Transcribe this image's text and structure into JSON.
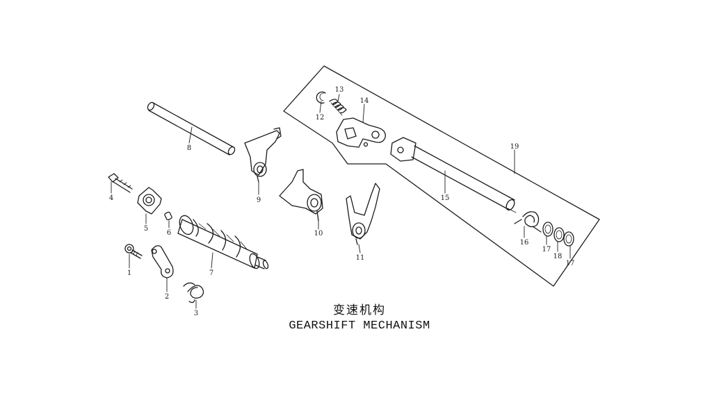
{
  "title_cn": "变速机构",
  "title_en": "GEARSHIFT MECHANISM",
  "callouts": [
    {
      "id": "callout-1",
      "label": "1"
    },
    {
      "id": "callout-2",
      "label": "2"
    },
    {
      "id": "callout-3",
      "label": "3"
    },
    {
      "id": "callout-4",
      "label": "4"
    },
    {
      "id": "callout-5",
      "label": "5"
    },
    {
      "id": "callout-6",
      "label": "6"
    },
    {
      "id": "callout-7",
      "label": "7"
    },
    {
      "id": "callout-8",
      "label": "8"
    },
    {
      "id": "callout-9",
      "label": "9"
    },
    {
      "id": "callout-10",
      "label": "10"
    },
    {
      "id": "callout-11",
      "label": "11"
    },
    {
      "id": "callout-12",
      "label": "12"
    },
    {
      "id": "callout-13",
      "label": "13"
    },
    {
      "id": "callout-14",
      "label": "14"
    },
    {
      "id": "callout-15",
      "label": "15"
    },
    {
      "id": "callout-16",
      "label": "16"
    },
    {
      "id": "callout-17a",
      "label": "17"
    },
    {
      "id": "callout-18",
      "label": "18"
    },
    {
      "id": "callout-17b",
      "label": "17"
    },
    {
      "id": "callout-19",
      "label": "19"
    }
  ]
}
